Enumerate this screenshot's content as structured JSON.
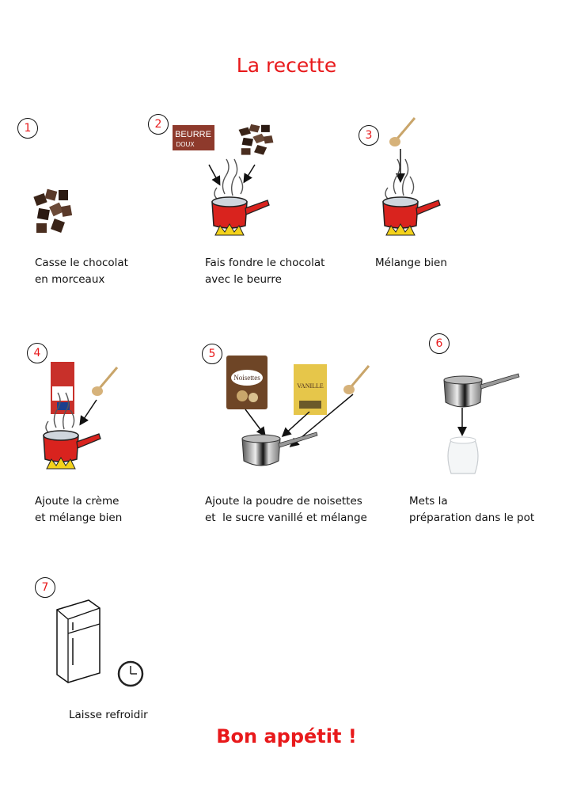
{
  "title": "La recette",
  "steps": [
    {
      "number": "1",
      "line1": "Casse le chocolat",
      "line2": "en morceaux"
    },
    {
      "number": "2",
      "line1": "Fais fondre le chocolat",
      "line2": "avec le beurre"
    },
    {
      "number": "3",
      "line1": "Mélange bien",
      "line2": ""
    },
    {
      "number": "4",
      "line1": "Ajoute la crème",
      "line2": "et mélange bien"
    },
    {
      "number": "5",
      "line1": "Ajoute la poudre de noisettes",
      "line2": "et  le sucre vanillé et mélange"
    },
    {
      "number": "6",
      "line1": "Mets la",
      "line2": "préparation dans le pot"
    },
    {
      "number": "7",
      "line1": "Laisse refroidir",
      "line2": ""
    }
  ],
  "labels": {
    "butter": "BEURRE",
    "butter2": "DOUX",
    "hazelnut": "Noisettes",
    "vanilla": "VANILLE"
  },
  "footer": "Bon appétit !",
  "colors": {
    "accent": "#e8191b"
  }
}
